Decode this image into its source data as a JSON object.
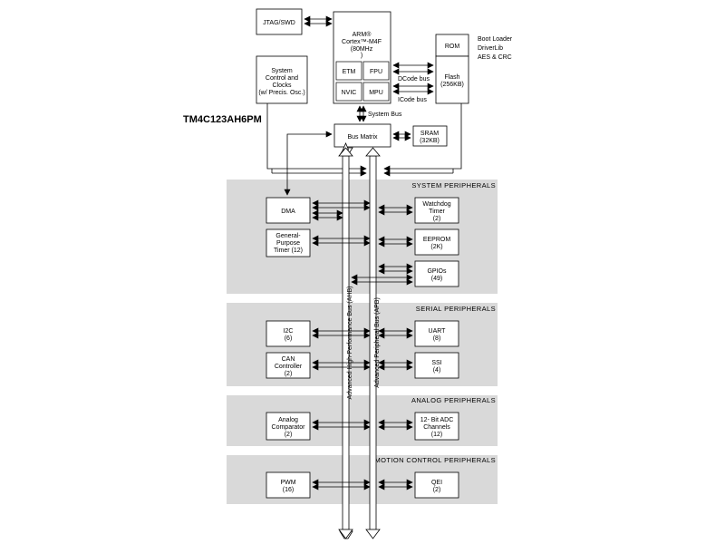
{
  "part_number": "TM4C123AH6PM",
  "core": {
    "lines": [
      "ARM®",
      "Cortex™-M4F",
      "(80MHz",
      ")"
    ],
    "blocks": [
      "ETM",
      "FPU",
      "NVIC",
      "MPU"
    ]
  },
  "jtag": "JTAG/SWD",
  "system_control": [
    "System",
    "Control and",
    "Clocks",
    "(w/ Precis. Osc.)"
  ],
  "rom": "ROM",
  "flash": [
    "Flash",
    "(256KB)"
  ],
  "rom_contents": [
    "Boot Loader",
    "DriverLib",
    "AES & CRC"
  ],
  "buses": {
    "dcode": "DCode bus",
    "icode": "ICode bus",
    "system": "System Bus",
    "matrix": "Bus Matrix",
    "ahb": "Advanced High-Performance Bus (AHB)",
    "apb": "Advanced Peripheral Bus (APB)"
  },
  "sram": [
    "SRAM",
    "(32KB)"
  ],
  "sections": {
    "system": "SYSTEM PERIPHERALS",
    "serial": "SERIAL PERIPHERALS",
    "analog": "ANALOG PERIPHERALS",
    "motion": "MOTION CONTROL PERIPHERALS"
  },
  "peripherals": {
    "dma": [
      "DMA"
    ],
    "gptimer": [
      "General-",
      "Purpose",
      "Timer (12)"
    ],
    "watchdog": [
      "Watchdog",
      "Timer",
      "(2)"
    ],
    "eeprom": [
      "EEPROM",
      "(2K)"
    ],
    "gpio": [
      "GPIOs",
      "(49)"
    ],
    "i2c": [
      "I2C",
      "(6)"
    ],
    "can": [
      "CAN",
      "Controller",
      "(2)"
    ],
    "uart": [
      "UART",
      "(8)"
    ],
    "ssi": [
      "SSI",
      "(4)"
    ],
    "comparator": [
      "Analog",
      "Comparator",
      "(2)"
    ],
    "adc": [
      "12- Bit ADC",
      "Channels",
      "(12)"
    ],
    "pwm": [
      "PWM",
      "(16)"
    ],
    "qei": [
      "QEI",
      "(2)"
    ]
  }
}
